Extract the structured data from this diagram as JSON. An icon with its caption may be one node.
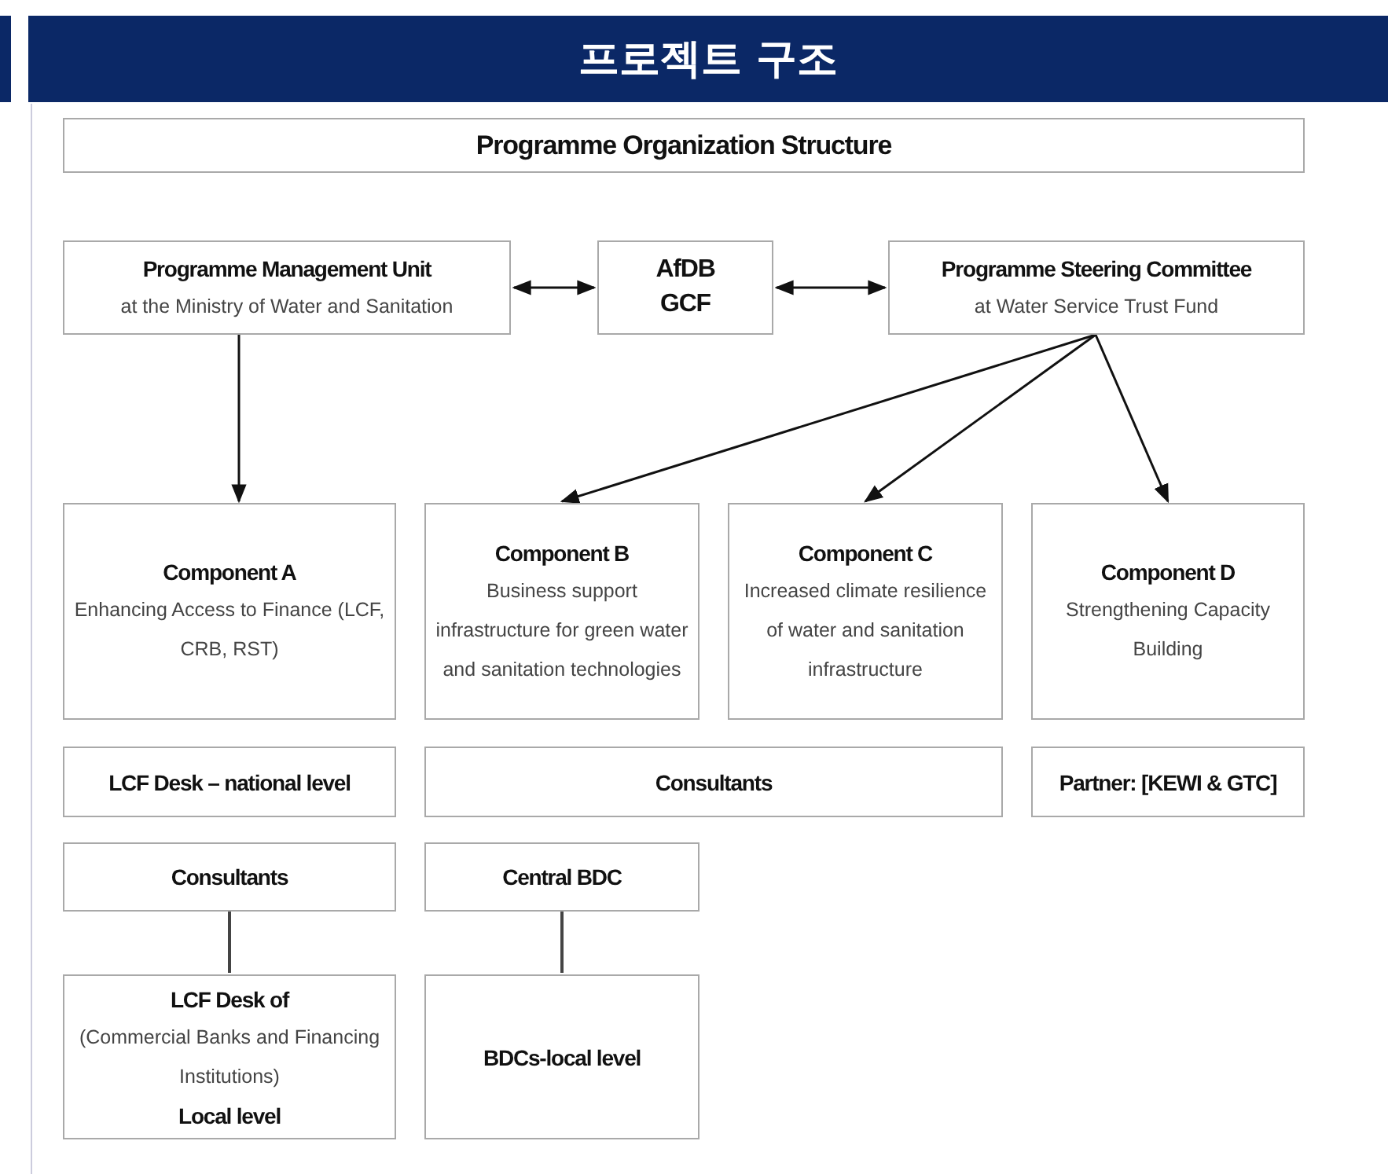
{
  "diagram": {
    "title": "프로젝트 구조",
    "nodes": [
      {
        "text": [
          "Programme Organization Structure"
        ]
      },
      {
        "text": [
          "Programme Management Unit",
          "at the Ministry of Water and Sanitation"
        ]
      },
      {
        "text": [
          "AfDB GCF"
        ]
      },
      {
        "text": [
          "Programme Steering Committee",
          "at Water Service Trust Fund"
        ]
      },
      {
        "text": [
          "Component A",
          "Enhancing Access to Finance (LCF, CRB, RST)"
        ]
      },
      {
        "text": [
          "Component B",
          "Business support infrastructure for green water and sanitation technologies"
        ]
      },
      {
        "text": [
          "Component C",
          "Increased climate resilience of water and sanitation infrastructure"
        ]
      },
      {
        "text": [
          "Component D",
          "Strengthening Capacity Building"
        ]
      },
      {
        "text": [
          "LCF Desk – national level"
        ]
      },
      {
        "text": [
          "Consultants"
        ]
      },
      {
        "text": [
          "Partner: [KEWI & GTC]"
        ]
      },
      {
        "text": [
          "Consultants"
        ]
      },
      {
        "text": [
          "Central BDC"
        ]
      },
      {
        "text": [
          "LCF Desk of",
          "(Commercial Banks and Financing Institutions)",
          "Local level"
        ]
      },
      {
        "text": [
          "BDCs-local level"
        ]
      }
    ],
    "edges": [
      {
        "from": 1,
        "to": 2,
        "arrow": "both"
      },
      {
        "from": 2,
        "to": 3,
        "arrow": "both"
      },
      {
        "from": 1,
        "to": 4,
        "arrow": "to"
      },
      {
        "from": 3,
        "to": 5,
        "arrow": "to"
      },
      {
        "from": 3,
        "to": 6,
        "arrow": "to"
      },
      {
        "from": 3,
        "to": 7,
        "arrow": "to"
      },
      {
        "from": 11,
        "to": 13,
        "arrow": "none"
      },
      {
        "from": 12,
        "to": 14,
        "arrow": "none"
      }
    ]
  }
}
